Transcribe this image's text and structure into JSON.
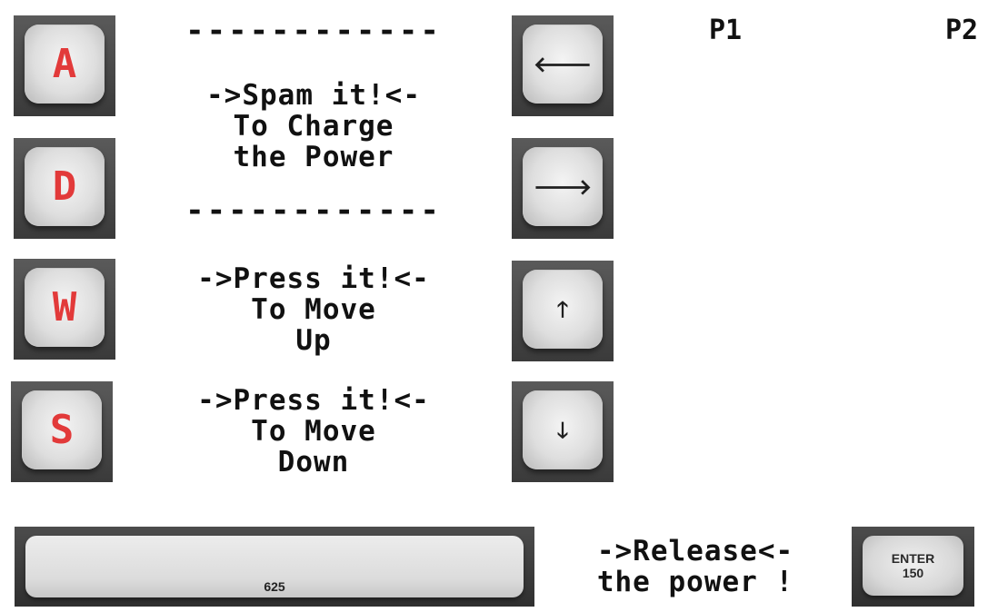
{
  "keys_left": [
    {
      "label": "A"
    },
    {
      "label": "D"
    },
    {
      "label": "W"
    },
    {
      "label": "S"
    }
  ],
  "keys_right": [
    {
      "icon": "arrow-left-icon",
      "glyph": "🡐"
    },
    {
      "icon": "arrow-right-icon",
      "glyph": "🡒"
    },
    {
      "icon": "arrow-up-icon",
      "glyph": "🡑"
    },
    {
      "icon": "arrow-down-icon",
      "glyph": "🡓"
    }
  ],
  "instructions": {
    "dash_top": "------------",
    "spam": "->Spam it!<-\nTo Charge\nthe Power",
    "dash_bottom": "------------",
    "press_up": "->Press it!<-\nTo Move\nUp",
    "press_down": "->Press it!<-\nTo Move\nDown",
    "release": "->Release<-\nthe power !"
  },
  "players": {
    "p1": "P1",
    "p2": "P2"
  },
  "power_bar": {
    "value": "625"
  },
  "enter_key": {
    "label": "ENTER",
    "value": "150"
  }
}
